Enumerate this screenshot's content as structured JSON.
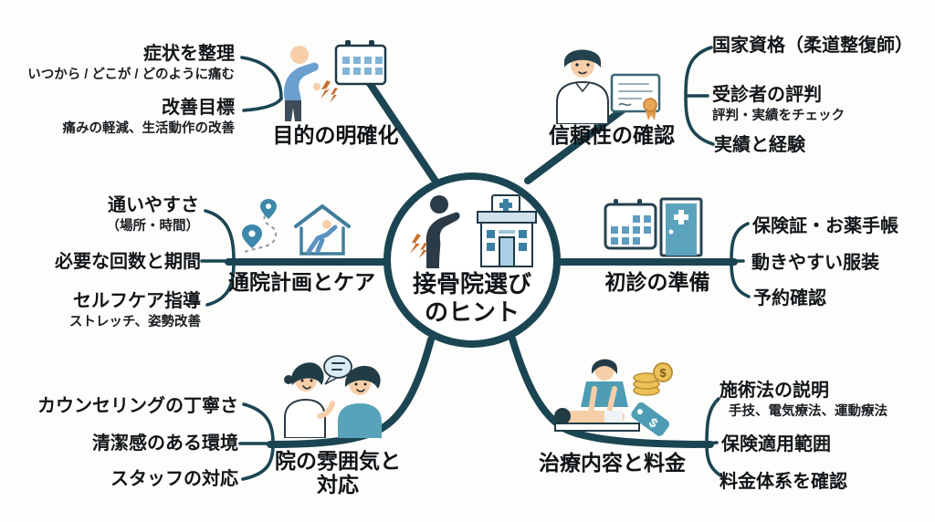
{
  "center": {
    "title_line1": "接骨院選び",
    "title_line2": "のヒント",
    "icons": [
      "back-pain-person-icon",
      "clinic-building-icon"
    ]
  },
  "branches": {
    "goal": {
      "label": "目的の明確化",
      "icon": "back-pain-calendar-icon",
      "items": [
        {
          "title": "症状を整理",
          "sub": "いつから / どこが / どのように痛む"
        },
        {
          "title": "改善目標",
          "sub": "痛みの軽減、生活動作の改善"
        }
      ]
    },
    "trust": {
      "label": "信頼性の確認",
      "icon": "practitioner-certificate-icon",
      "items": [
        {
          "title": "国家資格（柔道整復師）"
        },
        {
          "title": "受診者の評判",
          "sub": "評判・実績をチェック"
        },
        {
          "title": "実績と経験"
        }
      ]
    },
    "plan": {
      "label": "通院計画とケア",
      "icon": "route-pins-home-stretch-icon",
      "items": [
        {
          "title": "通いやすさ",
          "sub": "（場所・時間）"
        },
        {
          "title": "必要な回数と期間"
        },
        {
          "title": "セルフケア指導",
          "sub": "ストレッチ、姿勢改善"
        }
      ]
    },
    "prep": {
      "label": "初診の準備",
      "icon": "calendar-clinic-door-icon",
      "items": [
        {
          "title": "保険証・お薬手帳"
        },
        {
          "title": "動きやすい服装"
        },
        {
          "title": "予約確認"
        }
      ]
    },
    "atmosphere": {
      "label_line1": "院の雰囲気と",
      "label_line2": "対応",
      "icon": "staff-patient-conversation-icon",
      "items": [
        {
          "title": "カウンセリングの丁寧さ"
        },
        {
          "title": "清潔感のある環境"
        },
        {
          "title": "スタッフの対応"
        }
      ]
    },
    "treatment": {
      "label": "治療内容と料金",
      "icon": "massage-payment-icon",
      "items": [
        {
          "title": "施術法の説明",
          "sub": "手技、電気療法、運動療法"
        },
        {
          "title": "保険適用範囲"
        },
        {
          "title": "料金体系を確認"
        }
      ]
    }
  },
  "colors": {
    "line": "#1b4552",
    "text": "#121619",
    "accent_blue": "#6b9fce",
    "teal": "#4f9db4",
    "orange": "#c9702e",
    "gold": "#ecc258",
    "skin": "#f6cfa8",
    "background": "#fdfdfc"
  }
}
